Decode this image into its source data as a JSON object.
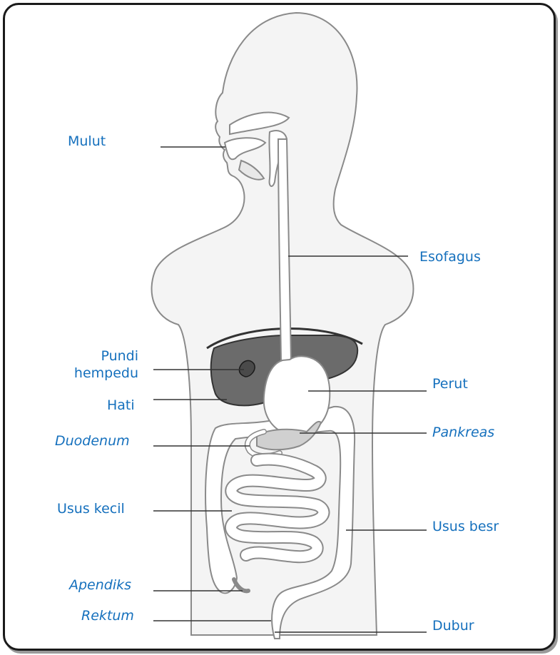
{
  "colors": {
    "label_text": "#1570bd",
    "leader_line": "#333333",
    "body_outline": "#8a8a8a",
    "body_fill": "#f4f4f4",
    "liver_fill": "#6b6b6b",
    "organ_fill": "#ffffff",
    "frame_border": "#1a1a1a"
  },
  "labels": {
    "mulut": "Mulut",
    "esofagus": "Esofagus",
    "pundi_hempedu_line1": "Pundi",
    "pundi_hempedu_line2": "hempedu",
    "hati": "Hati",
    "perut": "Perut",
    "duodenum": "Duodenum",
    "pankreas": "Pankreas",
    "usus_kecil": "Usus kecil",
    "usus_besr": "Usus besr",
    "apendiks": "Apendiks",
    "rektum": "Rektum",
    "dubur": "Dubur"
  }
}
